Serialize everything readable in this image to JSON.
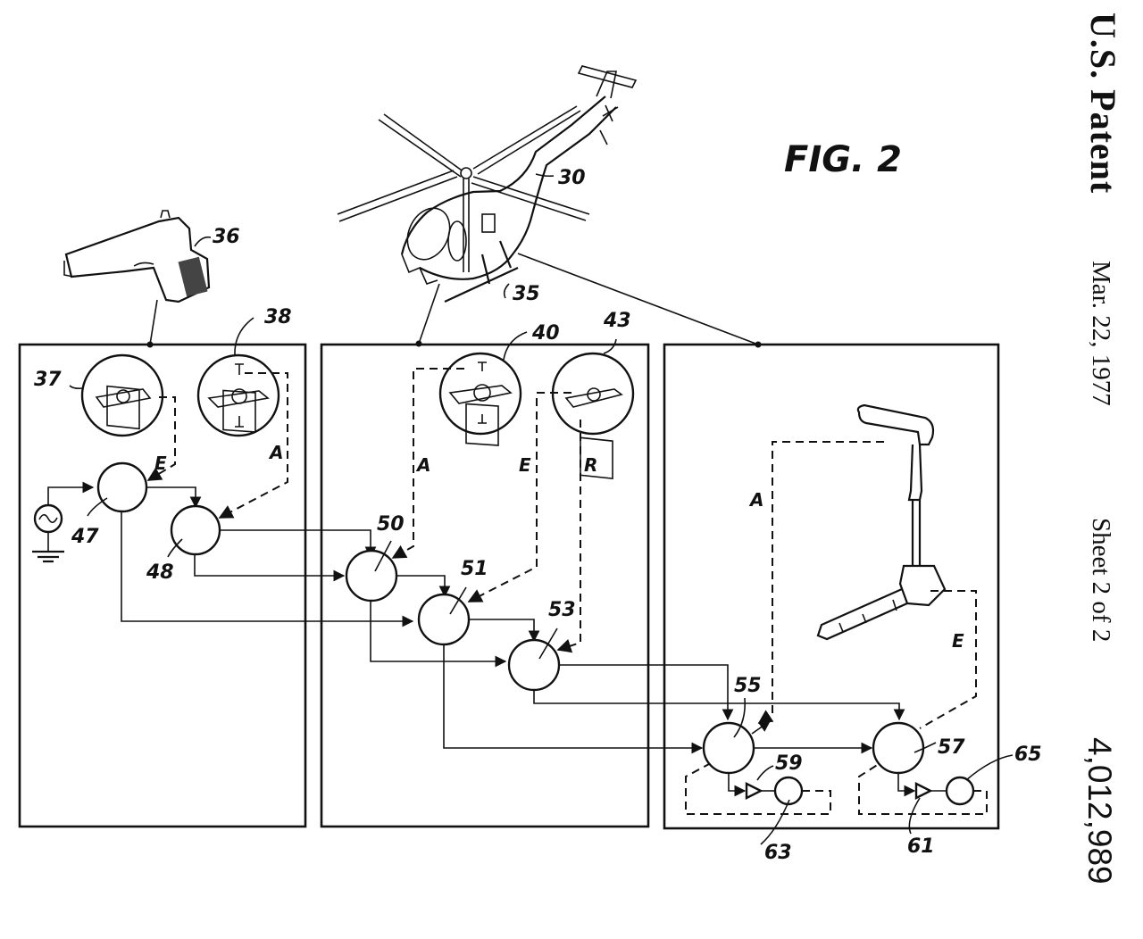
{
  "header": {
    "title": "U.S. Patent",
    "date": "Mar. 22, 1977",
    "sheet": "Sheet 2 of 2",
    "patent_number": "4,012,989"
  },
  "figure": {
    "label": "FIG. 2"
  },
  "reference_numerals": {
    "helicopter": "30",
    "landing_skid": "35",
    "gunner_sight": "36",
    "gyro_37": "37",
    "gyro_38": "38",
    "gyro_40": "40",
    "gyro_43": "43",
    "node_47": "47",
    "node_48": "48",
    "node_50": "50",
    "node_51": "51",
    "node_53": "53",
    "node_55": "55",
    "node_57": "57",
    "amp_59": "59",
    "amp_61": "61",
    "motor_63": "63",
    "motor_65": "65"
  },
  "signal_labels": {
    "e_37": "E",
    "a_38": "A",
    "a_40": "A",
    "e_43": "E",
    "r_43": "R",
    "a_gun": "A",
    "e_gun": "E"
  },
  "icons": {
    "ac_source": "sine-wave-source-icon",
    "ground": "ground-symbol-icon",
    "gyro": "gimbal-gyroscope-icon",
    "helicopter": "helicopter-drawing",
    "sight": "gun-sight-drawing",
    "turret_gun": "turret-gun-drawing"
  }
}
